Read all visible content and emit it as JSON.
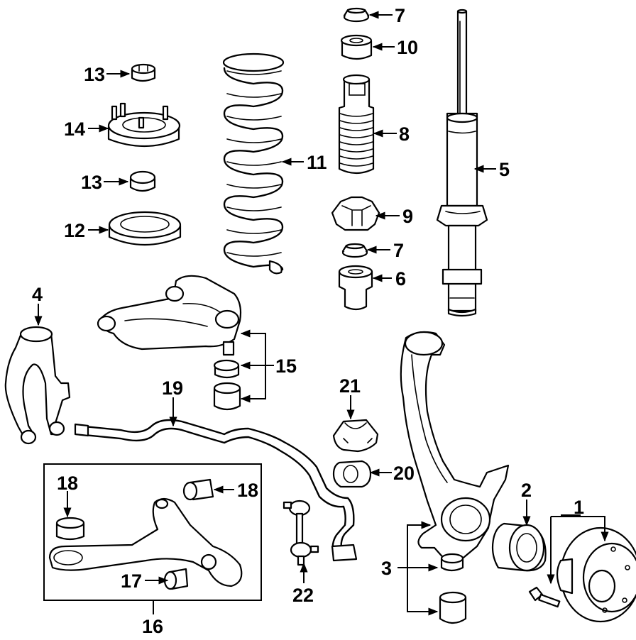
{
  "labels": {
    "p1": "1",
    "p2": "2",
    "p3": "3",
    "p4": "4",
    "p5": "5",
    "p6": "6",
    "p7a": "7",
    "p7b": "7",
    "p8": "8",
    "p9": "9",
    "p10": "10",
    "p11": "11",
    "p12": "12",
    "p13a": "13",
    "p13b": "13",
    "p14": "14",
    "p15": "15",
    "p16": "16",
    "p17": "17",
    "p18a": "18",
    "p18b": "18",
    "p19": "19",
    "p20": "20",
    "p21": "21",
    "p22": "22"
  }
}
